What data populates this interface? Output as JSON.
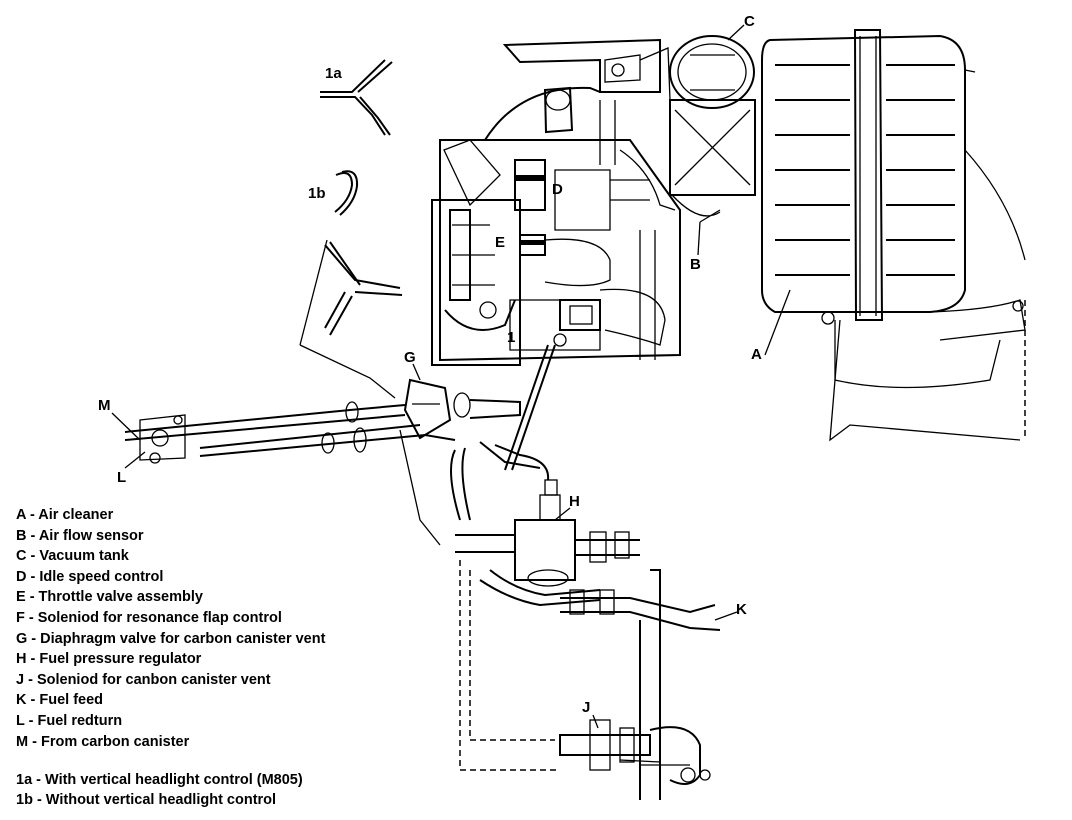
{
  "callouts": {
    "a": "A",
    "b": "B",
    "c": "C",
    "d": "D",
    "e": "E",
    "g": "G",
    "h": "H",
    "j": "J",
    "k": "K",
    "l": "L",
    "m": "M",
    "one": "1",
    "one_a": "1a",
    "one_b": "1b"
  },
  "legend": [
    "A - Air cleaner",
    "B - Air flow sensor",
    "C - Vacuum tank",
    "D - Idle speed control",
    "E - Throttle valve assembly",
    "F - Soleniod for resonance flap control",
    "G - Diaphragm valve for carbon canister vent",
    "H - Fuel pressure regulator",
    "J - Soleniod for canbon canister vent",
    "K - Fuel feed",
    "L - Fuel redturn",
    "M - From carbon canister"
  ],
  "notes": [
    "1a - With vertical headlight control (M805)",
    "1b - Without vertical headlight control"
  ]
}
